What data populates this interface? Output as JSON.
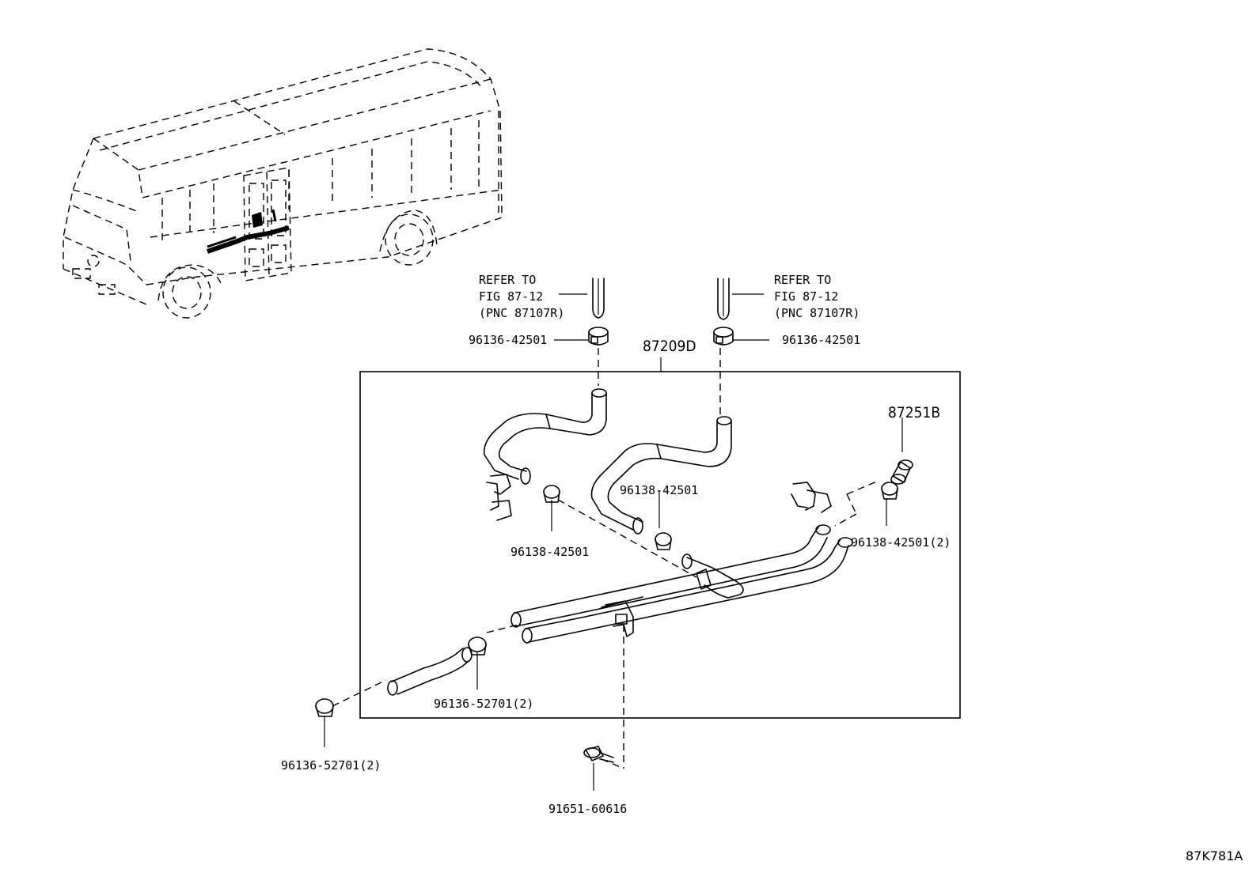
{
  "diagram": {
    "refer_left": [
      "REFER TO",
      "FIG 87-12",
      "(PNC 87107R)"
    ],
    "refer_right": [
      "REFER TO",
      "FIG 87-12",
      "(PNC 87107R)"
    ],
    "parts": {
      "clamp_top_left": "96136-42501",
      "clamp_top_right": "96136-42501",
      "assembly": "87209D",
      "hose_end": "87251B",
      "clamp_mid": "96138-42501",
      "clamp_left": "96138-42501",
      "clamp_right": "96138-42501(2)",
      "clamp_lower": "96136-52701(2)",
      "clamp_bottom_left": "96136-52701(2)",
      "bolt": "91651-60616"
    },
    "figure_code": "87K781A"
  }
}
